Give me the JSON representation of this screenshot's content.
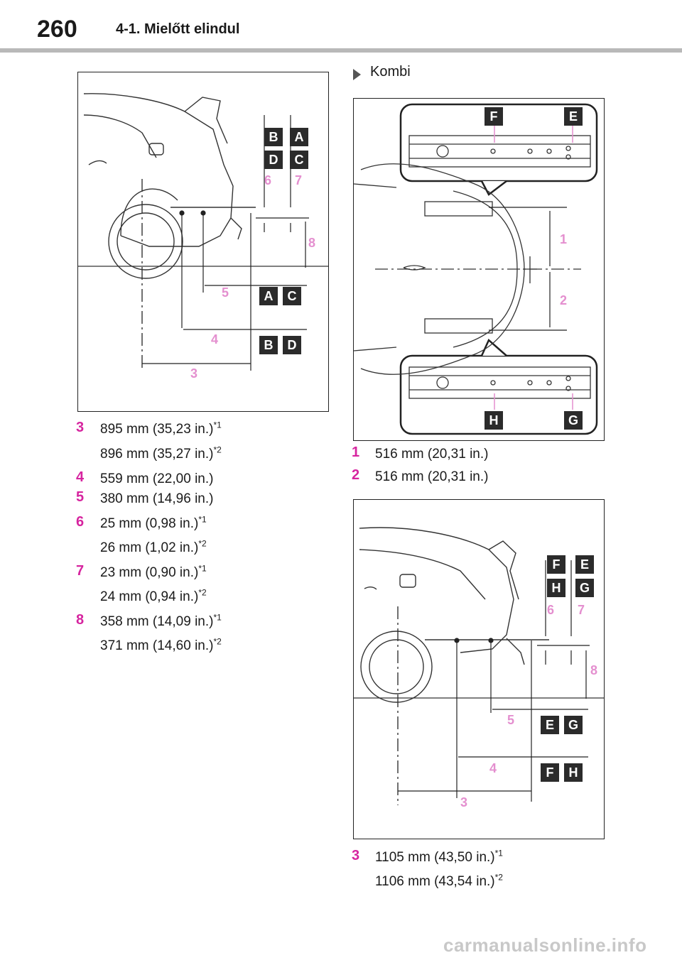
{
  "header": {
    "page_number": "260",
    "section_title": "4-1. Mielőtt elindul"
  },
  "figure1": {
    "tag_labels": [
      "B",
      "A",
      "D",
      "C",
      "A",
      "C",
      "B",
      "D"
    ],
    "dim_labels": [
      "6",
      "7",
      "8",
      "5",
      "4",
      "3"
    ]
  },
  "list1": [
    {
      "num": "3",
      "lines": [
        {
          "text": "895 mm (35,23 in.)",
          "sup": "*1"
        },
        {
          "text": "896 mm (35,27 in.)",
          "sup": "*2"
        }
      ]
    },
    {
      "num": "4",
      "lines": [
        {
          "text": "559 mm (22,00 in.)",
          "sup": ""
        }
      ]
    },
    {
      "num": "5",
      "lines": [
        {
          "text": "380 mm (14,96 in.)",
          "sup": ""
        }
      ]
    },
    {
      "num": "6",
      "lines": [
        {
          "text": "25 mm (0,98 in.)",
          "sup": "*1"
        },
        {
          "text": "26 mm (1,02 in.)",
          "sup": "*2"
        }
      ]
    },
    {
      "num": "7",
      "lines": [
        {
          "text": "23 mm (0,90 in.)",
          "sup": "*1"
        },
        {
          "text": "24 mm (0,94 in.)",
          "sup": "*2"
        }
      ]
    },
    {
      "num": "8",
      "lines": [
        {
          "text": "358 mm (14,09 in.)",
          "sup": "*1"
        },
        {
          "text": "371 mm (14,60 in.)",
          "sup": "*2"
        }
      ]
    }
  ],
  "kombi_heading": "Kombi",
  "figure2": {
    "tag_labels": [
      "F",
      "E",
      "H",
      "G"
    ],
    "dim_labels": [
      "1",
      "2"
    ]
  },
  "list2": [
    {
      "num": "1",
      "text": "516 mm (20,31 in.)"
    },
    {
      "num": "2",
      "text": "516 mm (20,31 in.)"
    }
  ],
  "figure3": {
    "tag_labels": [
      "F",
      "E",
      "H",
      "G",
      "E",
      "G",
      "F",
      "H"
    ],
    "dim_labels": [
      "6",
      "7",
      "8",
      "5",
      "4",
      "3"
    ]
  },
  "list3": [
    {
      "num": "3",
      "lines": [
        {
          "text": "1105 mm (43,50 in.)",
          "sup": "*1"
        },
        {
          "text": "1106 mm (43,54 in.)",
          "sup": "*2"
        }
      ]
    }
  ],
  "watermark": "carmanualsonline.info",
  "colors": {
    "accent": "#d6249f",
    "tag_bg": "#2b2b2b",
    "rule": "#b9b9b9"
  }
}
